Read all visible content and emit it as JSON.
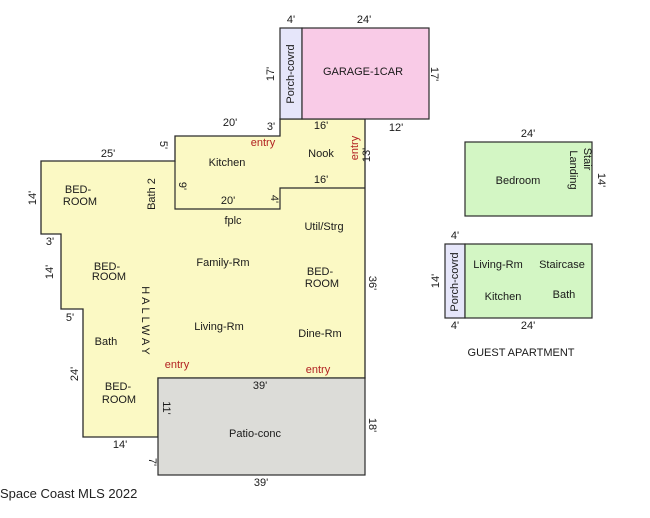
{
  "colors": {
    "main_house": "#fbf9c4",
    "garage": "#f9cbe7",
    "porch": "#e6e6fa",
    "patio": "#dcdcd8",
    "guest": "#d3f6c4",
    "entry_text": "#b22222",
    "outline": "#2b2b2b"
  },
  "rooms": {
    "garage": "GARAGE-1CAR",
    "porch_covered": "Porch-covrd",
    "kitchen": "Kitchen",
    "nook": "Nook",
    "bed1_line1": "BED-",
    "bed1_line2": "ROOM",
    "bath2": "Bath 2",
    "fplc": "fplc",
    "util": "Util/Strg",
    "family": "Family-Rm",
    "bed2_line1": "BED-",
    "bed2_line2": "ROOM",
    "bed3_line1": "BED-",
    "bed3_line2": "ROOM",
    "hallway": "HALLWAY",
    "living": "Living-Rm",
    "dine": "Dine-Rm",
    "bath": "Bath",
    "bed4_line1": "BED-",
    "bed4_line2": "ROOM",
    "patio": "Patio-conc"
  },
  "entries": {
    "top": "entry",
    "nook_side": "entry",
    "hall_bottom": "entry",
    "dine_bottom": "entry"
  },
  "guest": {
    "bedroom": "Bedroom",
    "stair_landing_line1": "Stair",
    "stair_landing_line2": "Landing",
    "porch_covered": "Porch-covrd",
    "living": "Living-Rm",
    "staircase": "Staircase",
    "kitchen": "Kitchen",
    "bath": "Bath",
    "title": "GUEST APARTMENT"
  },
  "dimensions": {
    "porch_top": "4'",
    "garage_top": "24'",
    "porch_side": "17'",
    "garage_side": "17'",
    "kitchen_top": "20'",
    "kitchen_mid": "3'",
    "nook_top": "16'",
    "garage_bottom": "12'",
    "nook_side": "13'",
    "left_top": "25'",
    "left_step": "5'",
    "bath2_width": "9'",
    "kitchen_bottom": "20'",
    "kitchen_step": "4'",
    "nook_bottom": "16'",
    "bed_left": "14'",
    "step_3": "3'",
    "bed2_left": "14'",
    "main_right": "36'",
    "step_5": "5'",
    "left_lower": "24'",
    "patio_top": "39'",
    "patio_left": "11'",
    "patio_right": "18'",
    "bottom_left": "14'",
    "bottom_step": "7'",
    "patio_bottom": "39'",
    "guest_bed_top": "24'",
    "guest_bed_side": "14'",
    "guest_porch_top": "4'",
    "guest_left": "14'",
    "guest_porch_bottom": "4'",
    "guest_bottom": "24'"
  },
  "copyright": "Space Coast MLS 2022"
}
